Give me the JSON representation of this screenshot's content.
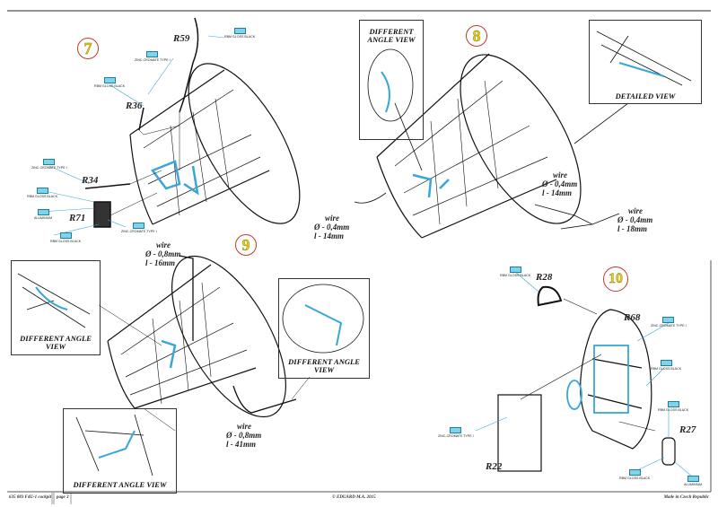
{
  "footer": {
    "kit": "635 083  F4U-1 cockpit",
    "page": "page 3",
    "copyright": "© EDUARD  M.A. 2015",
    "origin": "Made in Czech Republic"
  },
  "steps": {
    "s7": {
      "number": "7",
      "parts": {
        "r59": "R59",
        "r36": "R36",
        "r34": "R34",
        "r71": "R71"
      },
      "callouts": [
        "RBM GLOSS BLACK",
        "ZINC-CROMATE TYPE I",
        "RBM GLOSS BLACK",
        "ZINC-CROMATE TYPE I",
        "RBM GLOSS BLACK",
        "ALUMINIUM",
        "ZINC-CROMATE TYPE I",
        "RBM GLOSS BLACK"
      ]
    },
    "s8": {
      "number": "8",
      "inset1": "DIFFERENT ANGLE VIEW",
      "inset2": "DETAILED VIEW",
      "wires": [
        {
          "word": "wire",
          "dia": "Ø - 0,4mm",
          "len": "l - 14mm"
        },
        {
          "word": "wire",
          "dia": "Ø - 0,4mm",
          "len": "l - 14mm"
        },
        {
          "word": "wire",
          "dia": "Ø - 0,4mm",
          "len": "l - 18mm"
        }
      ]
    },
    "s9": {
      "number": "9",
      "inset1": "DIFFERENT ANGLE VIEW",
      "inset2": "DIFFERENT ANGLE VIEW",
      "inset3": "DIFFERENT ANGLE VIEW",
      "wires": [
        {
          "word": "wire",
          "dia": "Ø - 0,8mm",
          "len": "l - 16mm"
        },
        {
          "word": "wire",
          "dia": "Ø - 0,8mm",
          "len": "l - 41mm"
        }
      ]
    },
    "s10": {
      "number": "10",
      "parts": {
        "r28": "R28",
        "r68": "R68",
        "r27": "R27",
        "r22": "R22"
      },
      "callouts": [
        "RBM GLOSS BLACK",
        "ZINC-CROMATE TYPE I",
        "RBM GLOSS BLACK",
        "RBM GLOSS BLACK",
        "ZINC-CROMATE TYPE I",
        "RBM GLOSS BLACK",
        "ALUMINIUM"
      ]
    }
  },
  "colors": {
    "paint_callout": "#7fd3ec",
    "highlight": "#3aa6d8",
    "step_ring": "#c0392b",
    "step_digit": "#e8d21a"
  }
}
